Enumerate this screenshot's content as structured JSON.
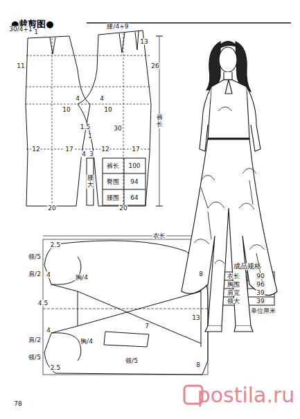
{
  "diagram": {
    "title": "●裁剪图●",
    "labels": [
      "30/4+1",
      "1",
      "11",
      "腰/4+9",
      "13",
      "26",
      "10",
      "4",
      "4",
      "10",
      "1.5",
      "1",
      "30",
      "12",
      "17",
      "12",
      "17",
      "20",
      "20",
      "裤长",
      "3",
      "4",
      "腰大",
      "裤长",
      "100",
      "臀围",
      "94",
      "腰围",
      "64",
      "衣长",
      "2.5",
      "领/5",
      "肩/2",
      "4",
      "4.5",
      "胸/4",
      "胸/4",
      "肩/2",
      "4",
      "领/5",
      "2.5",
      "13",
      "8",
      "7",
      "领/5",
      "8",
      "成品规格",
      "衣长",
      "90",
      "胸围",
      "96",
      "肩宽",
      "39",
      "领大",
      "39",
      "单位厘米",
      "78",
      "postila.ru"
    ]
  }
}
